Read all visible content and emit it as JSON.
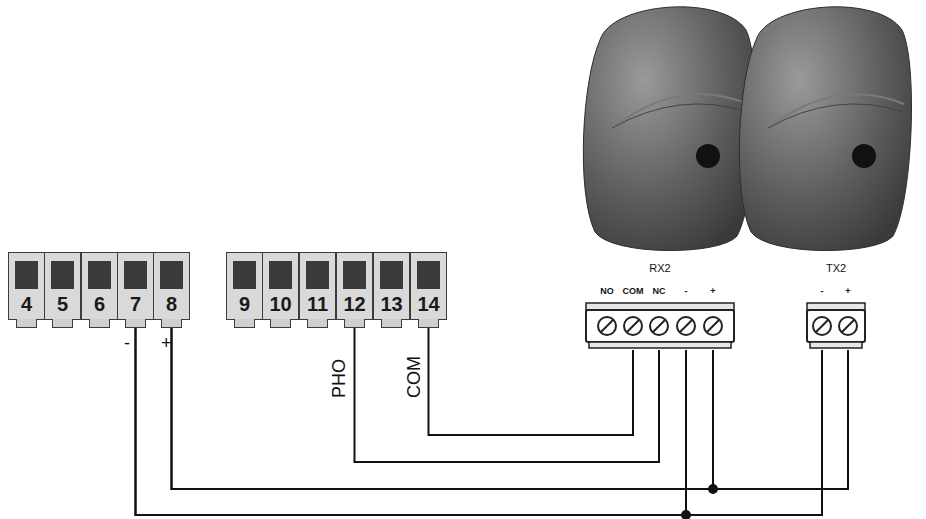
{
  "diagram": {
    "nodes": [
      {
        "text": [
          "4"
        ]
      },
      {
        "text": [
          "5"
        ]
      },
      {
        "text": [
          "6"
        ]
      },
      {
        "text": [
          "7"
        ]
      },
      {
        "text": [
          "8"
        ]
      },
      {
        "text": [
          "9"
        ]
      },
      {
        "text": [
          "10"
        ]
      },
      {
        "text": [
          "11"
        ]
      },
      {
        "text": [
          "12"
        ]
      },
      {
        "text": [
          "13"
        ]
      },
      {
        "text": [
          "14"
        ]
      },
      {
        "text": [
          "RX2"
        ]
      },
      {
        "text": [
          "NO"
        ],
        "in": 11
      },
      {
        "text": [
          "COM"
        ],
        "in": 11
      },
      {
        "text": [
          "NC"
        ],
        "in": 11
      },
      {
        "text": [
          "-"
        ],
        "in": 11
      },
      {
        "text": [
          "+"
        ],
        "in": 11
      },
      {
        "text": [
          "TX2"
        ]
      },
      {
        "text": [
          "-"
        ],
        "in": 17
      },
      {
        "text": [
          "+"
        ],
        "in": 17
      }
    ],
    "edges": [
      {
        "from": 10,
        "to": 13,
        "arrow": "none"
      },
      {
        "from": 8,
        "to": 14,
        "arrow": "none"
      },
      {
        "from": 4,
        "to": 16,
        "arrow": "none"
      },
      {
        "from": 4,
        "to": 19,
        "arrow": "none"
      },
      {
        "from": 3,
        "to": 15,
        "arrow": "none"
      },
      {
        "from": 3,
        "to": 18,
        "arrow": "none"
      }
    ],
    "labels": [
      "-",
      "+",
      "PHO",
      "COM"
    ]
  }
}
